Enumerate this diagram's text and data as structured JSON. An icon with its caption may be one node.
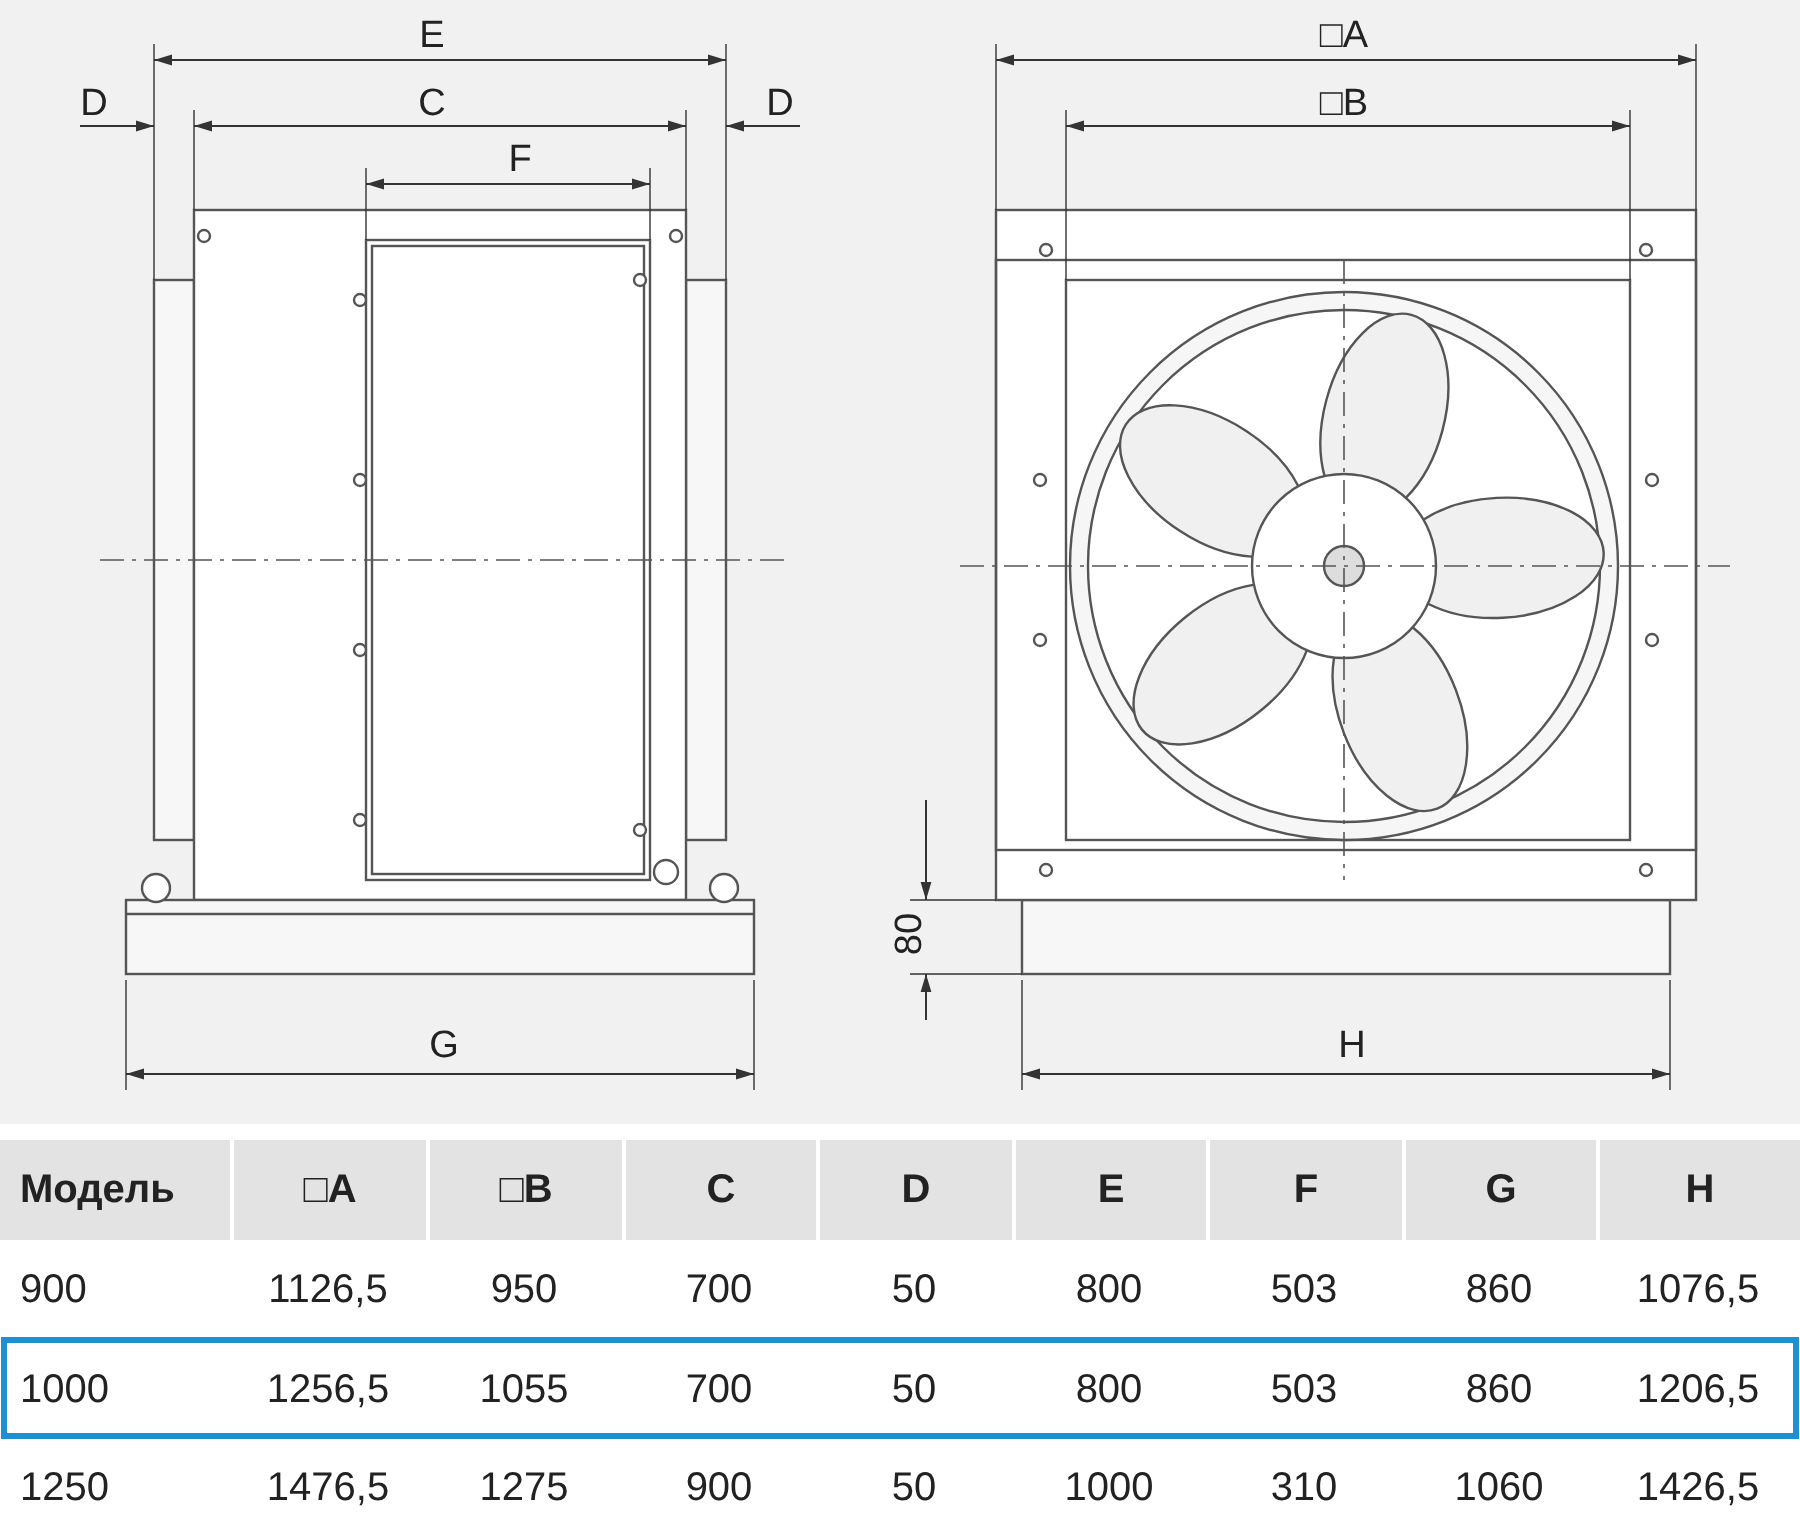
{
  "diagram": {
    "labels": [
      "E",
      "□A",
      "D",
      "C",
      "D",
      "□B",
      "F",
      "80",
      "G",
      "H",
      "Модель",
      "□A",
      "□B",
      "C",
      "D",
      "E",
      "F",
      "G",
      "H",
      "900",
      "1126,5",
      "950",
      "700",
      "50",
      "800",
      "503",
      "860",
      "1076,5",
      "1000",
      "1256,5",
      "1055",
      "700",
      "50",
      "800",
      "503",
      "860",
      "1206,5",
      "1250",
      "1476,5",
      "1275",
      "900",
      "50",
      "1000",
      "310",
      "1060",
      "1426,5"
    ]
  }
}
